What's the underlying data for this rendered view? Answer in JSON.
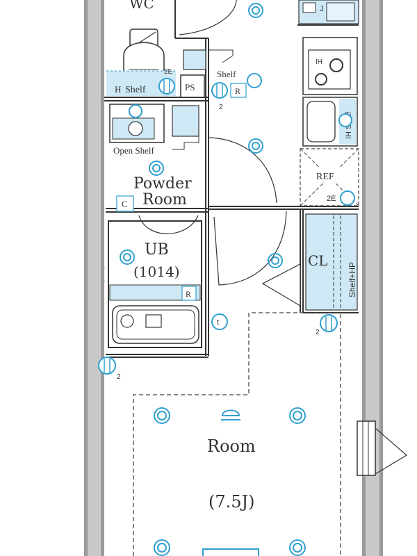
{
  "colors": {
    "wall": "#9a9a9a",
    "line": "#333333",
    "blue": "#2f9fd0",
    "blue_fill": "#cfe8f5"
  },
  "watermark": "C",
  "rooms": {
    "wc": "WC",
    "powder_1": "Powder",
    "powder_2": "Room",
    "ub": "UB",
    "ub_size": "(1014)",
    "cl": "CL",
    "ref": "REF",
    "main_room": "Room",
    "main_size": "(7.5J)"
  },
  "labels": {
    "shelf_top": "Shelf",
    "shelf_left": "Shelf",
    "open_shelf": "Open Shelf",
    "ps": "PS",
    "c_box": "C",
    "r_box_1": "R",
    "r_box_2": "R",
    "shelf_hp": "Shelf+HP",
    "ih_shelf": "IH Shelf",
    "two_e": "2E",
    "two_e_2": "2E",
    "num_2a": "2",
    "num_2b": "2",
    "num_2c": "2",
    "ih": "IH",
    "j": "J",
    "t": "t"
  }
}
